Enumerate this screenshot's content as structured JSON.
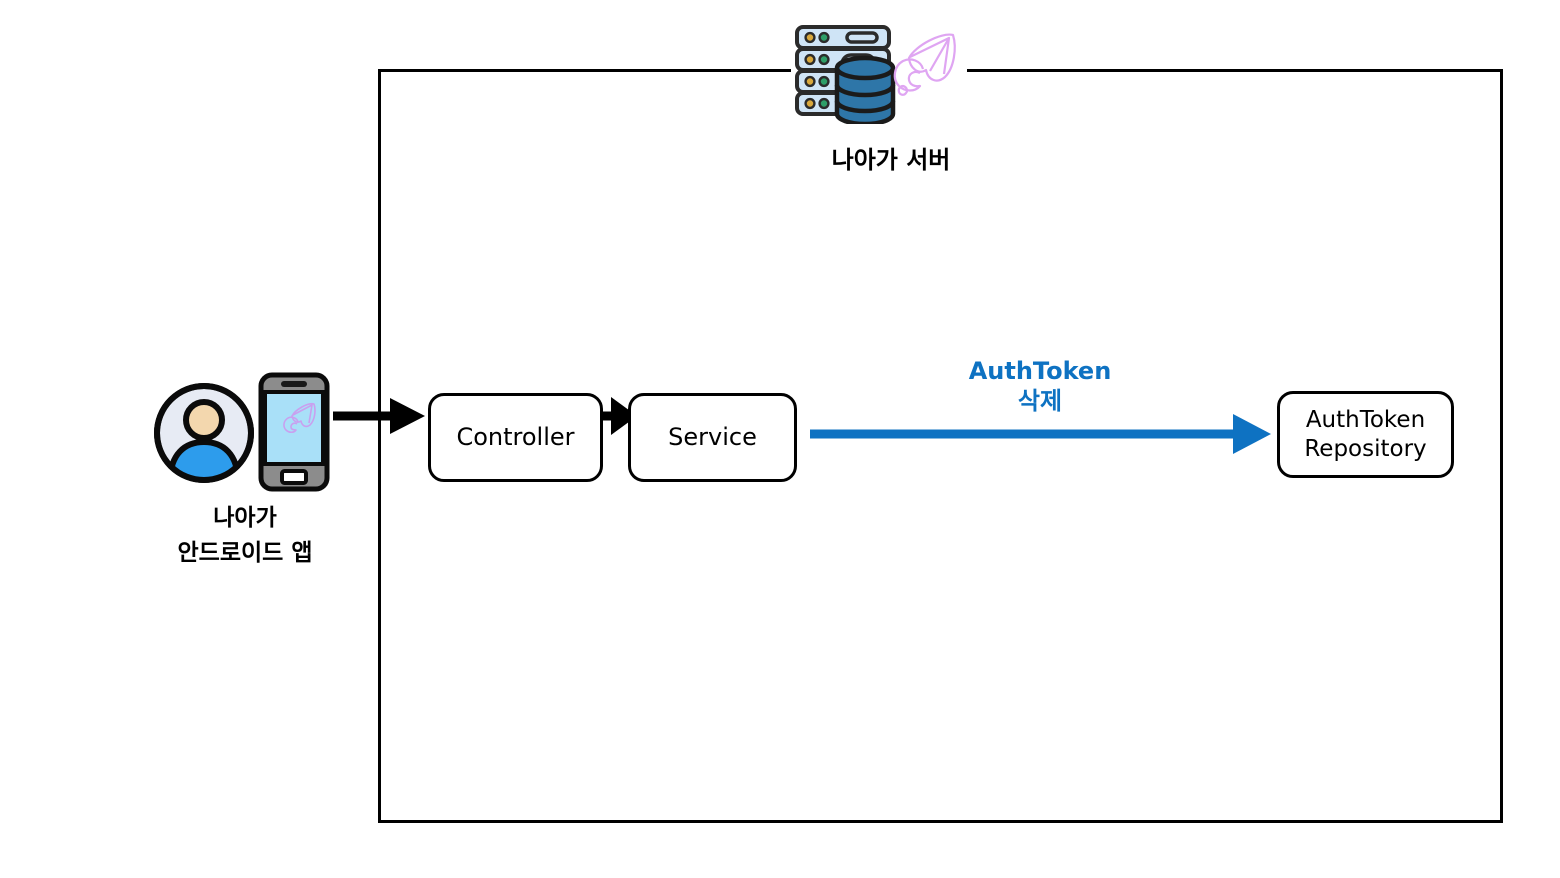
{
  "diagram": {
    "title_context": "Naaga auth token deletion flow",
    "client": {
      "label_line1": "나아가",
      "label_line2": "안드로이드 앱"
    },
    "server": {
      "label": "나아가 서버"
    },
    "nodes": {
      "controller_label": "Controller",
      "service_label": "Service",
      "repository_label_line1": "AuthToken",
      "repository_label_line2": "Repository"
    },
    "flows": {
      "client_to_controller": "",
      "controller_to_service": "",
      "service_to_repository_label_line1": "AuthToken",
      "service_to_repository_label_line2": "삭제"
    },
    "icons": [
      "user-icon",
      "smartphone-icon",
      "server-rack-icon",
      "database-icon",
      "naaga-logo-icon"
    ],
    "colors": {
      "accent_blue": "#0E72C2",
      "arrow_black": "#000000",
      "boundary_border": "#000000",
      "logo_pink": "#DFA5F2",
      "database_blue": "#2E76A8",
      "server_rack_blue": "#CFE4F6",
      "phone_screen_blue": "#A9E0F8",
      "phone_body_gray": "#8C8C8C",
      "avatar_background": "#E7EBF4",
      "avatar_body_blue": "#2D9CEC",
      "avatar_face_tan": "#F3D7AE"
    }
  }
}
